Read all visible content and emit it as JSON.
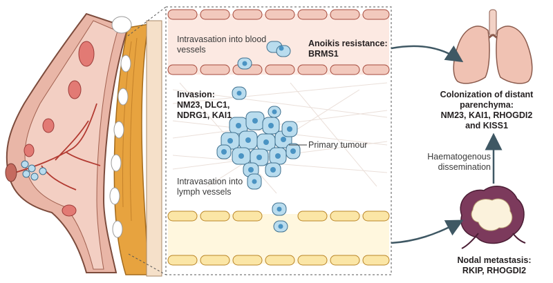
{
  "labels": {
    "intravasation_blood": "Intravasation into blood vessels",
    "anoikis_title": "Anoikis resistance:",
    "anoikis_gene": "BRMS1",
    "invasion_title": "Invasion:",
    "invasion_genes_1": "NM23, DLC1,",
    "invasion_genes_2": "NDRG1, KAI1",
    "primary_tumour": "Primary tumour",
    "intravasation_lymph": "Intravasation into lymph vessels",
    "colonization_1": "Colonization of distant",
    "colonization_2": "parenchyma:",
    "colonization_3": "NM23, KAI1, RHOGDI2",
    "colonization_4": "and KISS1",
    "haematogenous_1": "Haematogenous",
    "haematogenous_2": "dissemination",
    "nodal_title": "Nodal metastasis:",
    "nodal_genes": "RKIP, RHOGDI2"
  },
  "colors": {
    "blood_vessel": "#d98c80",
    "blood_vessel_cell": "#f2c9bd",
    "lymph_vessel": "#e9b85a",
    "lymph_vessel_cell": "#fbe6a6",
    "tumour_cell": "#b9dcee",
    "tumour_nucleus": "#4a93c3",
    "arrow": "#3f5864",
    "lung": "#f0c2b3",
    "node": "#7c3a5c"
  }
}
